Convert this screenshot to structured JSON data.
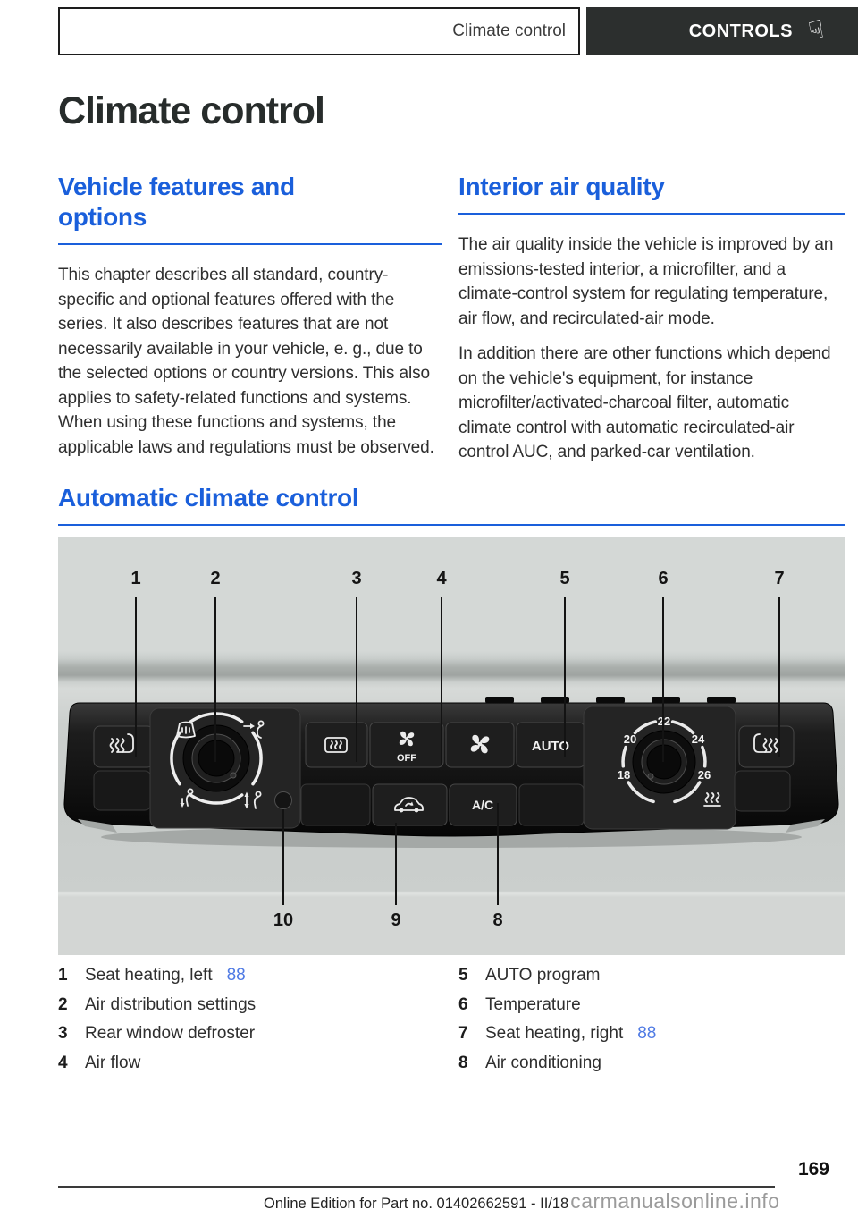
{
  "header": {
    "breadcrumb": "Climate control",
    "tab": "CONTROLS"
  },
  "title": "Climate control",
  "sections": {
    "features": {
      "heading": "Vehicle features and options",
      "body": "This chapter describes all standard, country-specific and optional features offered with the series. It also describes features that are not necessarily available in your vehicle, e. g., due to the selected options or country versions. This also applies to safety-related functions and systems. When using these functions and systems, the applicable laws and regulations must be observed."
    },
    "air_quality": {
      "heading": "Interior air quality",
      "p1": "The air quality inside the vehicle is improved by an emissions-tested interior, a microfilter, and a climate-control system for regulating temperature, air flow, and recirculated-air mode.",
      "p2": "In addition there are other functions which depend on the vehicle's equipment, for instance microfilter/activated-charcoal filter, automatic climate control with automatic recirculated-air control AUC, and parked-car ventilation."
    },
    "auto_climate": {
      "heading": "Automatic climate control"
    }
  },
  "figure": {
    "top_callouts": [
      "1",
      "2",
      "3",
      "4",
      "5",
      "6",
      "7"
    ],
    "bottom_callouts": [
      "10",
      "9",
      "8"
    ],
    "panel": {
      "auto_label": "AUTO",
      "fan_off_label": "OFF",
      "ac_label": "A/C",
      "temp_ticks": [
        "18",
        "20",
        "22",
        "24",
        "26"
      ]
    }
  },
  "legend": {
    "left": [
      {
        "num": "1",
        "label": "Seat heating, left",
        "page": "88"
      },
      {
        "num": "2",
        "label": "Air distribution settings"
      },
      {
        "num": "3",
        "label": "Rear window defroster"
      },
      {
        "num": "4",
        "label": "Air flow"
      }
    ],
    "right": [
      {
        "num": "5",
        "label": "AUTO program"
      },
      {
        "num": "6",
        "label": "Temperature"
      },
      {
        "num": "7",
        "label": "Seat heating, right",
        "page": "88"
      },
      {
        "num": "8",
        "label": "Air conditioning"
      }
    ]
  },
  "footer": {
    "page_number": "169",
    "edition": "Online Edition for Part no. 01402662591 - II/18",
    "watermark": "carmanualsonline.info"
  },
  "colors": {
    "accent_blue": "#1a5fdb",
    "link_blue": "#4f7ae4",
    "tab_bg": "#2c2f2e"
  }
}
